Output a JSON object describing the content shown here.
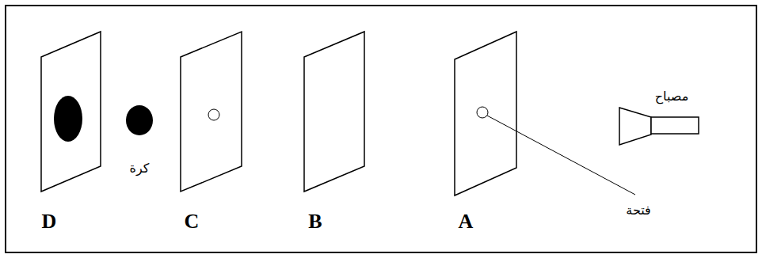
{
  "diagram": {
    "labels": [
      "مصباح",
      "فتحة",
      "كرة",
      "D",
      "C",
      "B",
      "A"
    ]
  }
}
